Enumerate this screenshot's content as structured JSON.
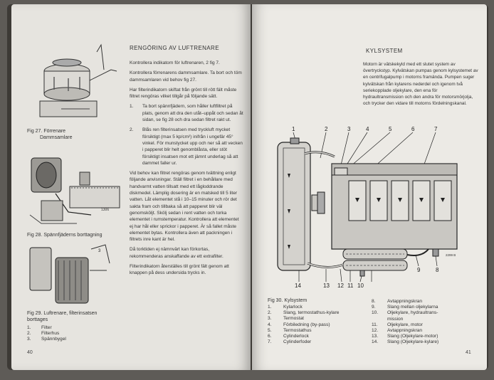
{
  "left_page": {
    "figures": [
      {
        "caption_line1": "Fig 27. Förrenare",
        "caption_line2": "Dammsamlare"
      },
      {
        "caption_line1": "Fig 28. Spännfjäderns borttagning"
      },
      {
        "caption_line1": "Fig 29. Luftrenare, filterinsatsen",
        "caption_line2": "borttages",
        "legend": [
          {
            "num": "1.",
            "label": "Filter"
          },
          {
            "num": "2.",
            "label": "Filterhus"
          },
          {
            "num": "3.",
            "label": "Spännbygel"
          }
        ]
      }
    ],
    "heading": "RENGÖRING AV LUFTRENARE",
    "paragraphs": [
      "Kontrollera indikatorn för luftrenaren, 2 fig 7.",
      "Kontrollera förrenarens dammsamlare. Ta bort och töm dammsamlaren vid behov fig 27.",
      "Har filterindikatorn skiftat från grönt till rött fält måste filtret rengöras vilket tillgår på följande sätt."
    ],
    "steps": [
      {
        "num": "1.",
        "text": "Ta bort spännfjädern, som håller luftfiltret på plats, genom att dra den utåt–uppåt och sedan åt sidan, se fig 28 och dra sedan filtret rakt ut."
      },
      {
        "num": "2.",
        "text": "Blås ren filterinsatsen med tryckluft mycket försiktigt (max 5 kp/cm²) inifrån i ungefär 45° vinkel. För munstycket upp och ner så att vecken i papperet blir helt genomblåsta, eller stöt försiktigt insatsen mot ett jämnt underlag så att dammet faller ur."
      }
    ],
    "paragraphs_after": [
      "Vid behov kan filtret rengöras genom tvättning enligt följande anvisningar. Ställ filtret i en behållare med handvarmt vatten tillsatt med ett lågloddrande diskmedel. Lämplig dosering är en matsked till 5 liter vatten. Låt elementet stå i 10–15 minuter och rör det sakta fram och tillbaka så att papperet blir väl genomsköljt. Skölj sedan i rent vatten och torka elementet i rumstemperatur. Kontrollera att elementet ej har hål eller sprickor i papperet. Är så fallet måste elementet bytas. Kontrollera även att packningen i filtrets inre kant är hel.",
      "Då torktiden ej nämnvärt kan förkortas, rekommenderas anskaffande av ett extrafilter.",
      "Filterindikatorn återställes till grönt fält genom att knappen på dess undersida trycks in."
    ],
    "page_number": "40"
  },
  "right_page": {
    "heading": "KYLSYSTEM",
    "intro": "Motorn är vätskekyld med ett slutet system av övertryckstyp. Kylvätskan pumpas genom kylsystemet av en centrifugalpump i motorns framända. Pumpen suger kylvätskan från kylarens nederdel och igenom två seriekopplade oljekylare, den ena för hydraultransmission och den andra för motorsmörjolja, och trycker den vidare till motorns fördelningskanal.",
    "diagram": {
      "top_callouts": [
        "1",
        "2",
        "3",
        "4",
        "5",
        "6",
        "7"
      ],
      "bottom_callouts": [
        "14",
        "13",
        "12",
        "11",
        "10",
        "9",
        "8"
      ],
      "stamp": "2299 B"
    },
    "caption": "Fig 30. Kylsystem",
    "legend_left": [
      {
        "num": "1.",
        "label": "Kylarlock"
      },
      {
        "num": "2.",
        "label": "Slang, termostathus-kylare"
      },
      {
        "num": "3.",
        "label": "Termostat"
      },
      {
        "num": "4.",
        "label": "Förbiledning (by-pass)"
      },
      {
        "num": "5.",
        "label": "Termostathus"
      },
      {
        "num": "6.",
        "label": "Cylinderlock"
      },
      {
        "num": "7.",
        "label": "Cylinderfoder"
      }
    ],
    "legend_right": [
      {
        "num": "8.",
        "label": "Avtappningskran"
      },
      {
        "num": "9.",
        "label": "Slang mellan oljekylarna"
      },
      {
        "num": "10.",
        "label": "Oljekylare, hydraultrans-"
      },
      {
        "num": "",
        "label": "mission"
      },
      {
        "num": "11.",
        "label": "Oljekylare, motor"
      },
      {
        "num": "12.",
        "label": "Avtappningskran"
      },
      {
        "num": "13.",
        "label": "Slang (Oljekylare-motor)"
      },
      {
        "num": "14.",
        "label": "Slang (Oljekylare-kylare)"
      }
    ],
    "page_number": "41"
  }
}
